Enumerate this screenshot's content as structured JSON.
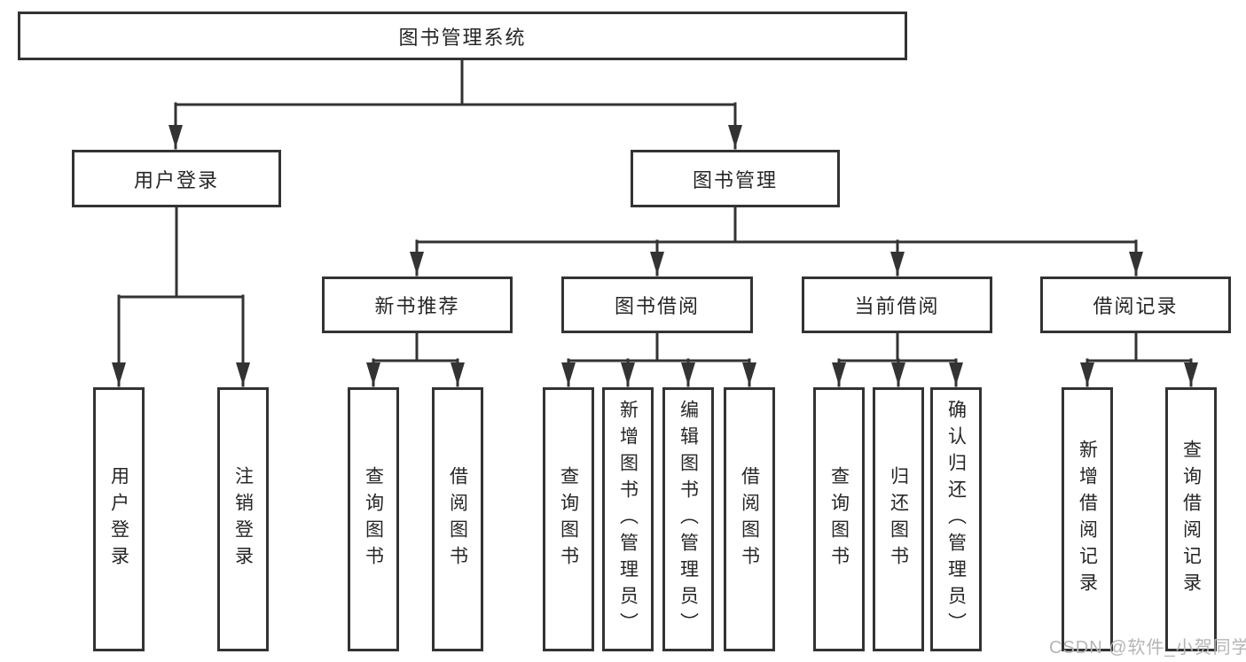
{
  "diagram": {
    "root": {
      "label": "图书管理系统"
    },
    "level2": [
      {
        "id": "user-login",
        "label": "用户登录"
      },
      {
        "id": "book-management",
        "label": "图书管理"
      }
    ],
    "level3": [
      {
        "id": "new-book-recommendation",
        "label": "新书推荐",
        "parent": "图书管理"
      },
      {
        "id": "book-borrowing",
        "label": "图书借阅",
        "parent": "图书管理"
      },
      {
        "id": "current-borrowing",
        "label": "当前借阅",
        "parent": "图书管理"
      },
      {
        "id": "borrowing-records",
        "label": "借阅记录",
        "parent": "图书管理"
      }
    ],
    "leaves": [
      {
        "label": "用户登录",
        "parent": "用户登录"
      },
      {
        "label": "注销登录",
        "parent": "用户登录"
      },
      {
        "label": "查询图书",
        "parent": "新书推荐"
      },
      {
        "label": "借阅图书",
        "parent": "新书推荐"
      },
      {
        "label": "查询图书",
        "parent": "图书借阅"
      },
      {
        "label": "新增图书（管理员）",
        "parent": "图书借阅"
      },
      {
        "label": "编辑图书（管理员）",
        "parent": "图书借阅"
      },
      {
        "label": "借阅图书",
        "parent": "图书借阅"
      },
      {
        "label": "查询图书",
        "parent": "当前借阅"
      },
      {
        "label": "归还图书",
        "parent": "当前借阅"
      },
      {
        "label": "确认归还（管理员）",
        "parent": "当前借阅"
      },
      {
        "label": "新增借阅记录",
        "parent": "借阅记录"
      },
      {
        "label": "查询借阅记录",
        "parent": "借阅记录"
      }
    ],
    "colors": {
      "line": "#333333",
      "box_border": "#333333",
      "text": "#262626",
      "background": "#ffffff",
      "watermark": "#b5b5b5"
    }
  },
  "watermark": {
    "text": "CSDN @软件_小贺同学"
  }
}
